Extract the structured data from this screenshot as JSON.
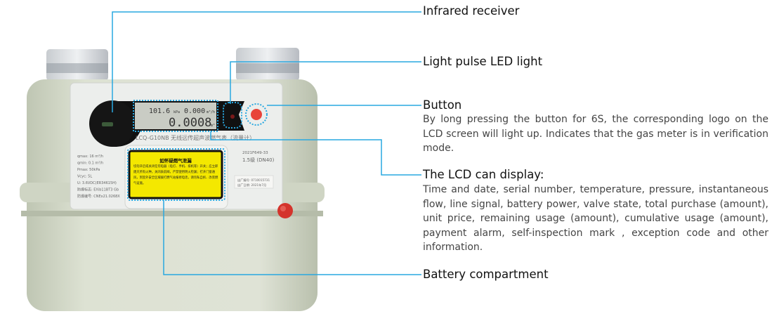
{
  "callouts": {
    "infrared": {
      "title": "Infrared receiver"
    },
    "led": {
      "title": "Light pulse LED light"
    },
    "button": {
      "title": "Button",
      "description": "By long pressing the button for 6S, the corresponding logo on the LCD screen will light up. Indicates that the gas meter is in verification mode."
    },
    "lcd": {
      "title": "The LCD can display:",
      "description": "Time and date, serial number, temperature, pressure, instantaneous flow, line signal, battery power, valve state, total purchase (amount), unit price, remaining usage (amount), cumulative usage (amount), payment alarm, self-inspection mark , exception code and other information."
    },
    "battery": {
      "title": "Battery compartment"
    }
  },
  "meter": {
    "model": "LCQ-G10NB  无线远传超声波燃气表（流量计）",
    "lcd_pressure": "101.6",
    "lcd_pressure_unit": "kPa",
    "lcd_flow": "0.000",
    "lcd_flow_unit": "m³/h",
    "lcd_volume": "0.0008",
    "lcd_volume_unit": "m³",
    "warning_title": "如怀疑燃气泄漏",
    "warning_text": "切勿开启或关闭任何电器（电灯、手机、排机等）开关；应立即熄灭所有火种，关闭表前阀，严禁使用明火检漏；打开门窗通风，到室外安全区域拨打燃气站报修电话，请勿私自拆、改装燃气设施。",
    "specs": [
      "qmax: 16  m³/h",
      "qmin: 0.1  m³/h",
      "Pmax: 50kPa",
      "Vcyc: 5L",
      "U: 3.6VDC(ER34615H)",
      "防爆标志: EXib11BT3 Gb",
      "防爆编号: CNEx21.0268X"
    ],
    "cert": "2021F649-33",
    "grade": "1.5级  (DN40)",
    "serial": "出厂编号: 0710015731",
    "date": "出厂日期: 2021年7月"
  },
  "colors": {
    "callout_line": "#29a8e0",
    "body": "#d6dccb",
    "button": "#e8443a",
    "warning": "#f4e800"
  }
}
